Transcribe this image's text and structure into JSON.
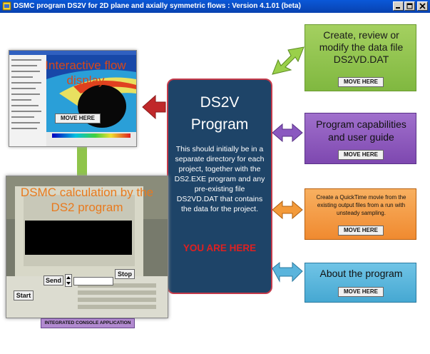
{
  "window": {
    "title": "DSMC program DS2V for 2D plane and axially symmetric flows : Version 4.1.01 (beta)"
  },
  "center_panel": {
    "title1": "DS2V",
    "title2": "Program",
    "body": "This should initially be in a separate directory for each project, together with the DS2.EXE program and any pre-existing file DS2VD.DAT that contains the data for the project.",
    "you_are_here": "YOU ARE HERE"
  },
  "cards": {
    "data_file": {
      "text": "Create, review or modify the data file DS2VD.DAT",
      "button": "MOVE HERE"
    },
    "capabilities": {
      "text": "Program capabilities and user guide",
      "button": "MOVE HERE"
    },
    "quicktime": {
      "text": "Create a QuickTime movie from the existing output files from a run with unsteady sampling.",
      "button": "MOVE HERE"
    },
    "about": {
      "text": "About the program",
      "button": "MOVE HERE"
    }
  },
  "flow_display": {
    "label": "Interactive flow display",
    "button": "MOVE HERE"
  },
  "dsmc": {
    "label": "DSMC calculation by the DS2 program",
    "send": "Send",
    "stop": "Stop",
    "start": "Start",
    "footer": "INTEGRATED  CONSOLE  APPLICATION"
  },
  "colors": {
    "green_card": "#8fc44a",
    "purple_card": "#8e56b8",
    "orange_card": "#f6a24a",
    "blue_card": "#58b8dc",
    "center_panel": "#1e4468",
    "red": "#cc2222",
    "orange_text": "#e87a1e"
  }
}
